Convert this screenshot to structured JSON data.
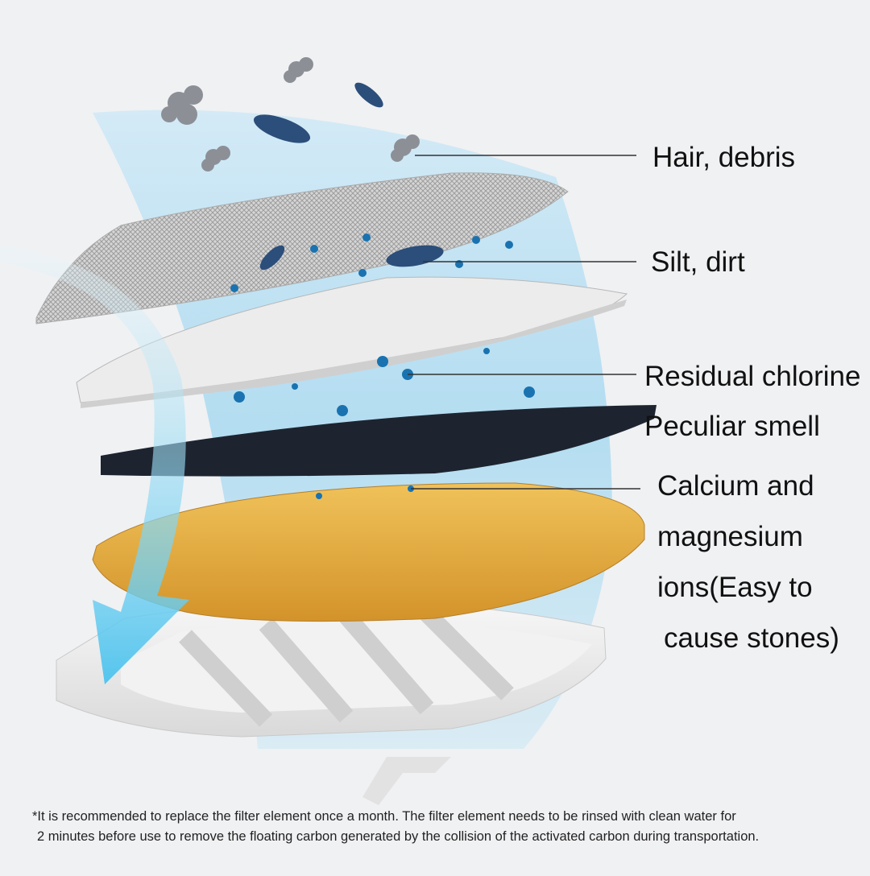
{
  "labels": {
    "hair": "Hair, debris",
    "silt": "Silt, dirt",
    "chlorine": "Residual chlorine",
    "smell": "Peculiar smell",
    "calcium_lines": [
      "Calcium and",
      "magnesium",
      "ions(Easy to",
      "cause stones)"
    ]
  },
  "footnote": {
    "line1": "*It is recommended to replace the filter element once a month. The filter element needs to be rinsed with clean water for",
    "line2": "2 minutes before use to remove the floating carbon generated by the collision of the activated carbon during transportation."
  },
  "colors": {
    "background": "#f0f1f3",
    "water_flow": "#9fd6f0",
    "arrow": "#6fcbee",
    "mesh_layer": "#c9c9c9",
    "cotton_layer": "#e8e8e8",
    "carbon_layer": "#1d2430",
    "resin_layer": "#e2a83a",
    "particle_dot": "#1a73b0",
    "pointer_line": "#333333"
  }
}
